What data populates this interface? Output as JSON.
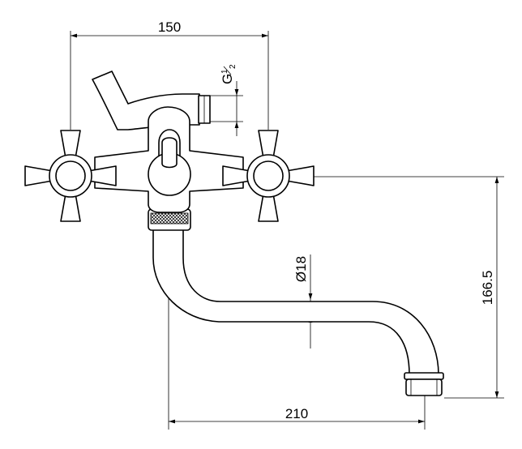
{
  "dimensions": {
    "overall_width": "150",
    "thread_g": "G",
    "thread_num": "1",
    "thread_den": "2",
    "height": "166.5",
    "pipe_diameter": "Ø18",
    "spout_reach": "210"
  }
}
